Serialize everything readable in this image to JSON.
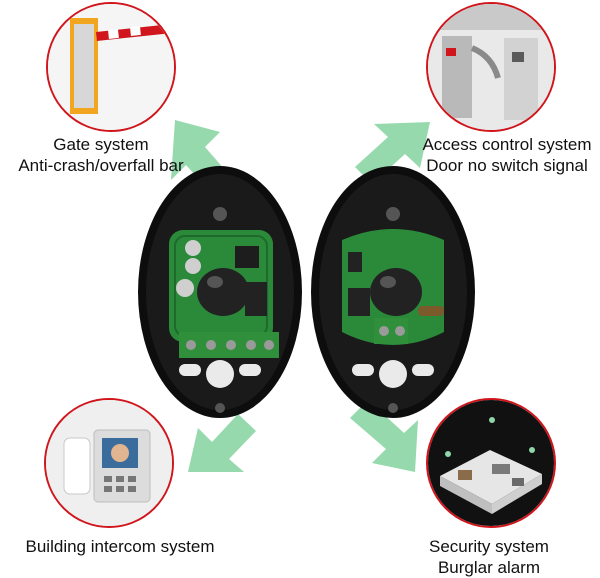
{
  "scenes": {
    "gate": {
      "line1": "Gate system",
      "line2": "Anti-crash/overfall bar"
    },
    "access": {
      "line1": "Access control system",
      "line2": "Door no switch signal"
    },
    "intercom": {
      "line1": "Building intercom system"
    },
    "security": {
      "line1": "Security system",
      "line2": "Burglar alarm"
    }
  },
  "colors": {
    "circle_border": "#d0161c",
    "arrow": "#8fd7a8",
    "housing": "#111111",
    "pcb": "#2a8a3a",
    "terminal": "#2f8f3b"
  },
  "board_marks": {
    "left": "",
    "right": ""
  }
}
